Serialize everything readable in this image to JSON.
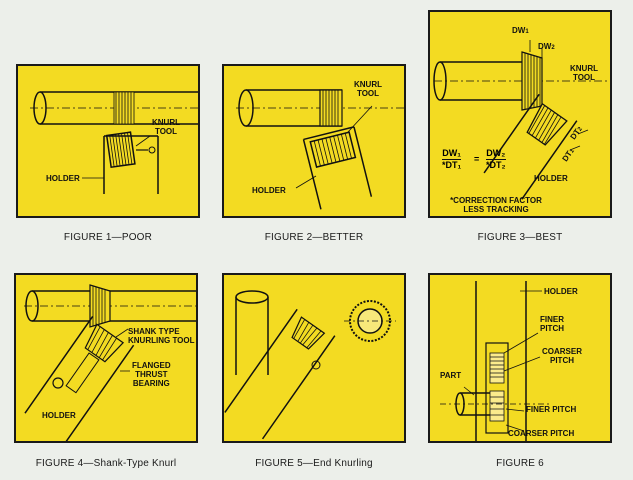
{
  "figures": [
    {
      "caption": "FIGURE 1—POOR",
      "labels": {
        "knurl_tool": "KNURL\nTOOL",
        "holder": "HOLDER"
      }
    },
    {
      "caption": "FIGURE 2—BETTER",
      "labels": {
        "knurl_tool": "KNURL\nTOOL",
        "holder": "HOLDER"
      }
    },
    {
      "caption": "FIGURE 3—BEST",
      "labels": {
        "dw1": "DW",
        "dw1_sub": "1",
        "dw2": "DW",
        "dw2_sub": "2",
        "knurl_tool": "KNURL\nTOOL",
        "dt2": "DT",
        "dt2_sub": "2",
        "dt1": "DT",
        "dt1_sub": "1",
        "holder": "HOLDER",
        "eq_left_top": "DW₁",
        "eq_left_bottom": "*DT₁",
        "eq_equals": "=",
        "eq_right_top": "DW₂",
        "eq_right_bottom": "*DT₂",
        "note": "*CORRECTION FACTOR\nLESS TRACKING"
      }
    },
    {
      "caption": "FIGURE 4—Shank-Type Knurl",
      "labels": {
        "shank_tool": "SHANK TYPE\nKNURLING TOOL",
        "flanged": "FLANGED\nTHRUST\nBEARING",
        "holder": "HOLDER"
      }
    },
    {
      "caption": "FIGURE 5—End Knurling",
      "labels": {}
    },
    {
      "caption": "FIGURE 6",
      "labels": {
        "holder": "HOLDER",
        "finer_pitch_top": "FINER\nPITCH",
        "coarser_pitch_top": "COARSER\nPITCH",
        "part": "PART",
        "finer_pitch": "FINER PITCH",
        "coarser_pitch": "COARSER PITCH"
      }
    }
  ],
  "colors": {
    "panel": "#f3db22",
    "background": "#ecefea",
    "ink": "#1a1a1a"
  }
}
